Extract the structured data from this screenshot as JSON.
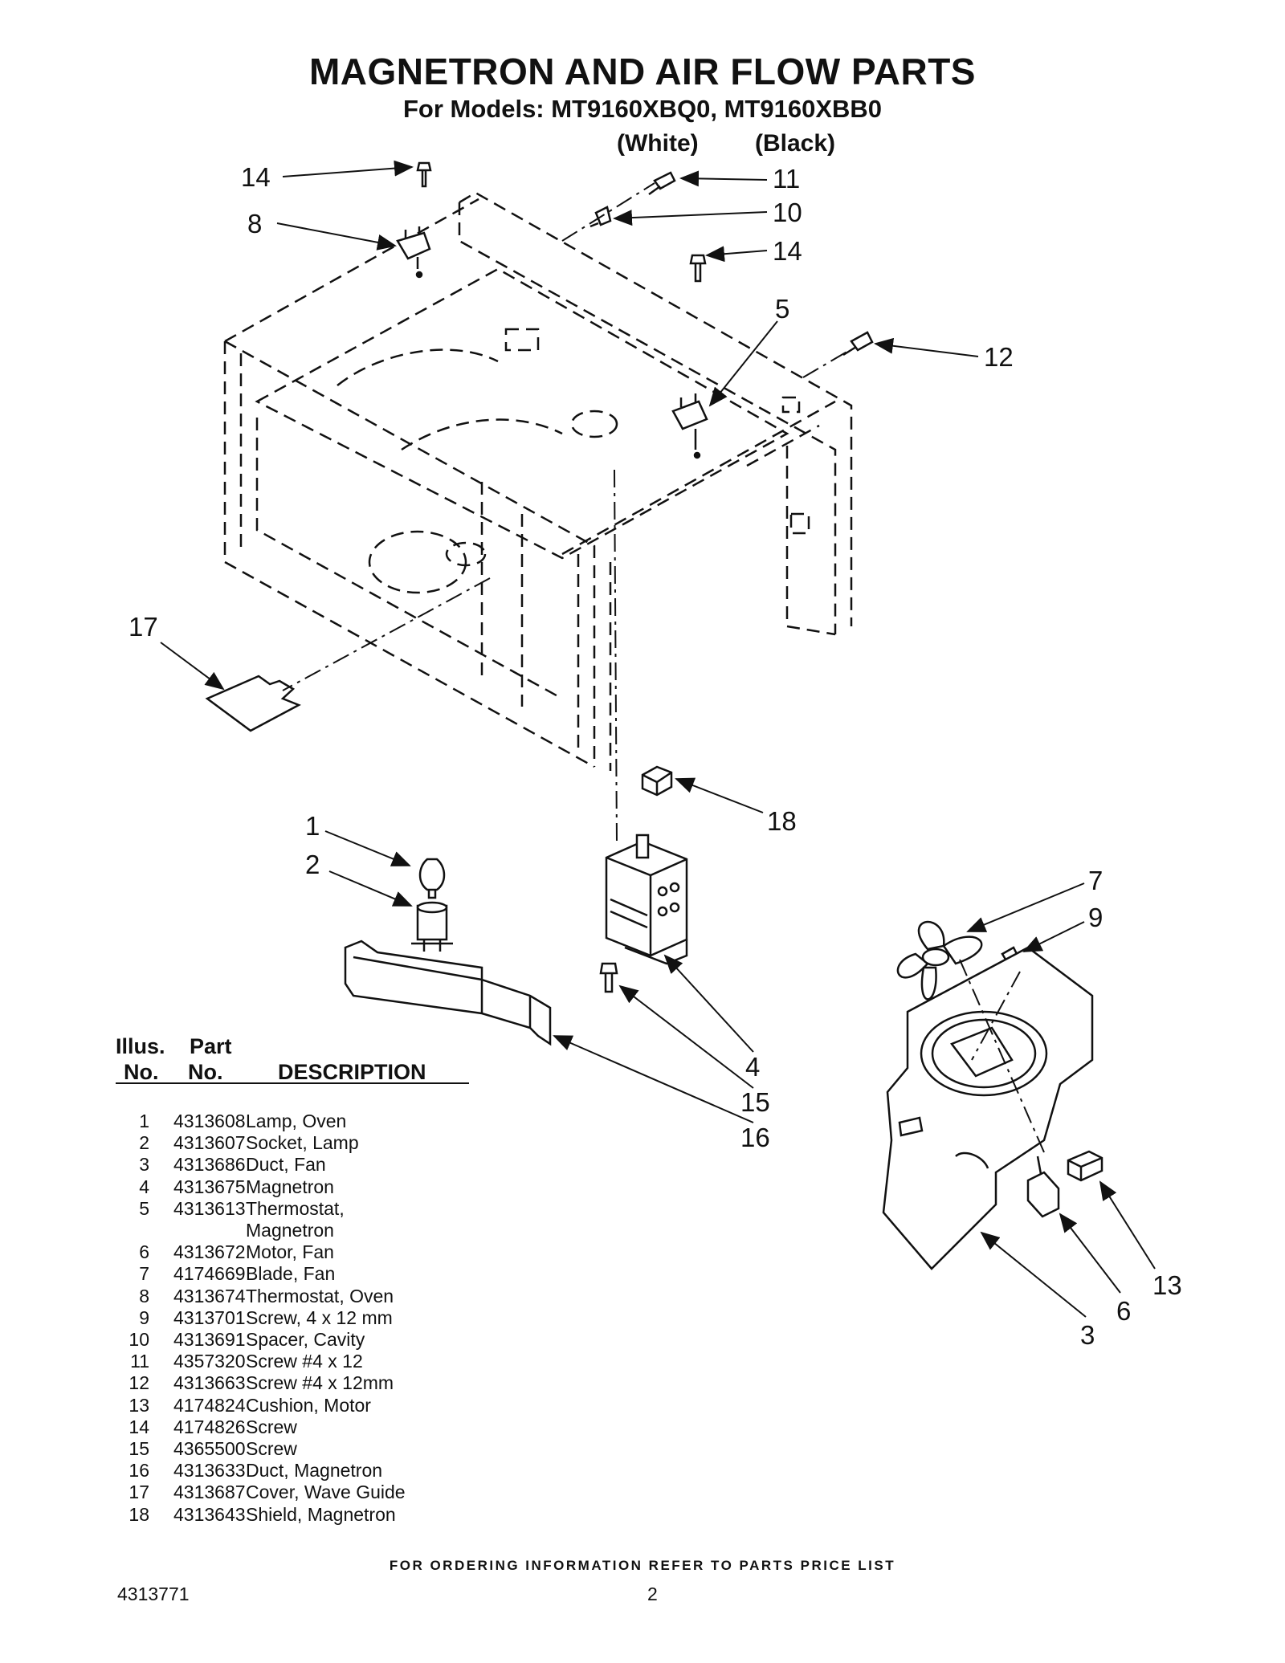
{
  "header": {
    "title": "MAGNETRON AND AIR FLOW PARTS",
    "subtitle": "For Models: MT9160XBQ0, MT9160XBB0",
    "color_white": "(White)",
    "color_black": "(Black)"
  },
  "callouts": [
    "14",
    "8",
    "11",
    "10",
    "14",
    "5",
    "12",
    "17",
    "18",
    "1",
    "2",
    "7",
    "9",
    "4",
    "15",
    "16",
    "13",
    "6",
    "3"
  ],
  "table": {
    "header_illus_1": "Illus.",
    "header_illus_2": "No.",
    "header_part_1": "Part",
    "header_part_2": "No.",
    "header_desc": "DESCRIPTION",
    "rows": [
      {
        "no": "1",
        "part": "4313608",
        "desc": "Lamp, Oven"
      },
      {
        "no": "2",
        "part": "4313607",
        "desc": "Socket, Lamp"
      },
      {
        "no": "3",
        "part": "4313686",
        "desc": "Duct, Fan"
      },
      {
        "no": "4",
        "part": "4313675",
        "desc": "Magnetron"
      },
      {
        "no": "5",
        "part": "4313613",
        "desc": "Thermostat,"
      },
      {
        "no": "",
        "part": "",
        "desc": "Magnetron"
      },
      {
        "no": "6",
        "part": "4313672",
        "desc": "Motor, Fan"
      },
      {
        "no": "7",
        "part": "4174669",
        "desc": "Blade, Fan"
      },
      {
        "no": "8",
        "part": "4313674",
        "desc": "Thermostat, Oven"
      },
      {
        "no": "9",
        "part": "4313701",
        "desc": "Screw, 4 x 12 mm"
      },
      {
        "no": "10",
        "part": "4313691",
        "desc": "Spacer, Cavity"
      },
      {
        "no": "11",
        "part": "4357320",
        "desc": "Screw #4 x 12"
      },
      {
        "no": "12",
        "part": "4313663",
        "desc": "Screw #4 x 12mm"
      },
      {
        "no": "13",
        "part": "4174824",
        "desc": "Cushion, Motor"
      },
      {
        "no": "14",
        "part": "4174826",
        "desc": "Screw"
      },
      {
        "no": "15",
        "part": "4365500",
        "desc": "Screw"
      },
      {
        "no": "16",
        "part": "4313633",
        "desc": "Duct, Magnetron"
      },
      {
        "no": "17",
        "part": "4313687",
        "desc": "Cover, Wave Guide"
      },
      {
        "no": "18",
        "part": "4313643",
        "desc": "Shield, Magnetron"
      }
    ]
  },
  "footer": {
    "note": "FOR ORDERING INFORMATION REFER TO PARTS PRICE LIST",
    "doc_number": "4313771",
    "page": "2"
  }
}
